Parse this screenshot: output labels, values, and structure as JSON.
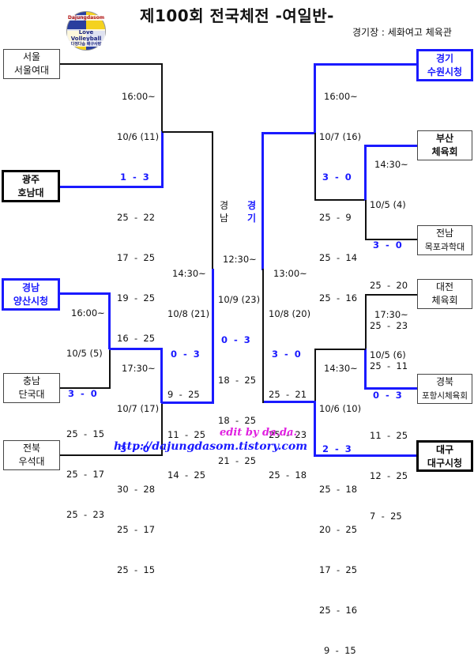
{
  "title": "제100회 전국체전 -여일반-",
  "venue": "경기장 : 세화여고 체육관",
  "logo": {
    "top_text": "Dajungdasom",
    "mid_text": "Love Volleyball",
    "bot_text": "다정다솜 배구사랑"
  },
  "credit": "edit by da.da.",
  "url": "http://dajungdasom.tistory.com",
  "teams": {
    "seoul": {
      "region": "서울",
      "name": "서울여대"
    },
    "gwangju": {
      "region": "광주",
      "name": "호남대"
    },
    "gyeongnam": {
      "region": "경남",
      "name": "양산시청"
    },
    "chungnam": {
      "region": "충남",
      "name": "단국대"
    },
    "jeonbuk": {
      "region": "전북",
      "name": "우석대"
    },
    "gyeonggi": {
      "region": "경기",
      "name": "수원시청"
    },
    "busan": {
      "region": "부산",
      "name": "체육회"
    },
    "jeonnam": {
      "region": "전남",
      "name": "목포과학대"
    },
    "daejeon": {
      "region": "대전",
      "name": "체육회"
    },
    "gyeongbuk": {
      "region": "경북",
      "name": "포항시체육회"
    },
    "daegu": {
      "region": "대구",
      "name": "대구시청"
    }
  },
  "matches": {
    "m1": {
      "time": "16:00~",
      "date": "10/6 (11)",
      "result": "1  -  3",
      "sets": [
        "25  -  22",
        "17  -  25",
        "19  -  25",
        "16  -  25"
      ]
    },
    "m2": {
      "time": "16:00~",
      "date": "10/5 (5)",
      "result": "3  -  0",
      "sets": [
        "25  -  15",
        "25  -  17",
        "25  -  23"
      ]
    },
    "m3": {
      "time": "17:30~",
      "date": "10/7 (17)",
      "result": "3  -  0",
      "sets": [
        "30  -  28",
        "25  -  17",
        "25  -  15"
      ]
    },
    "m4": {
      "time": "14:30~",
      "date": "10/8 (21)",
      "result": "0  -  3",
      "sets": [
        "9  -  25",
        "11  -  25",
        "14  -  25"
      ]
    },
    "final": {
      "label_left_top": "경",
      "label_left_bot": "남",
      "label_right_top": "경",
      "label_right_bot": "기",
      "time": "12:30~",
      "date": "10/9 (23)",
      "result": "0  -  3",
      "sets": [
        "18  -  25",
        "18  -  25",
        "21  -  25"
      ]
    },
    "m5": {
      "time": "13:00~",
      "date": "10/8 (20)",
      "result": "3  -  0",
      "sets": [
        "25  -  21",
        "25  -  23",
        "25  -  18"
      ]
    },
    "m6": {
      "time": "16:00~",
      "date": "10/7 (16)",
      "result": "3  -  0",
      "sets": [
        "25  -  9",
        "25  -  14",
        "25  -  16"
      ]
    },
    "m7": {
      "time": "14:30~",
      "date": "10/5 (4)",
      "result": "3  -  0",
      "sets": [
        "25  -  20",
        "25  -  23",
        "25  -  11"
      ]
    },
    "m8": {
      "time": "17:30~",
      "date": "10/5 (6)",
      "result": "0  -  3",
      "sets": [
        "11  -  25",
        "12  -  25",
        "7  -  25"
      ]
    },
    "m9": {
      "time": "14:30~",
      "date": "10/6 (10)",
      "result": "2  -  3",
      "sets": [
        "25  -  18",
        "20  -  25",
        "17  -  25",
        "25  -  16",
        "9  -  15"
      ]
    }
  }
}
